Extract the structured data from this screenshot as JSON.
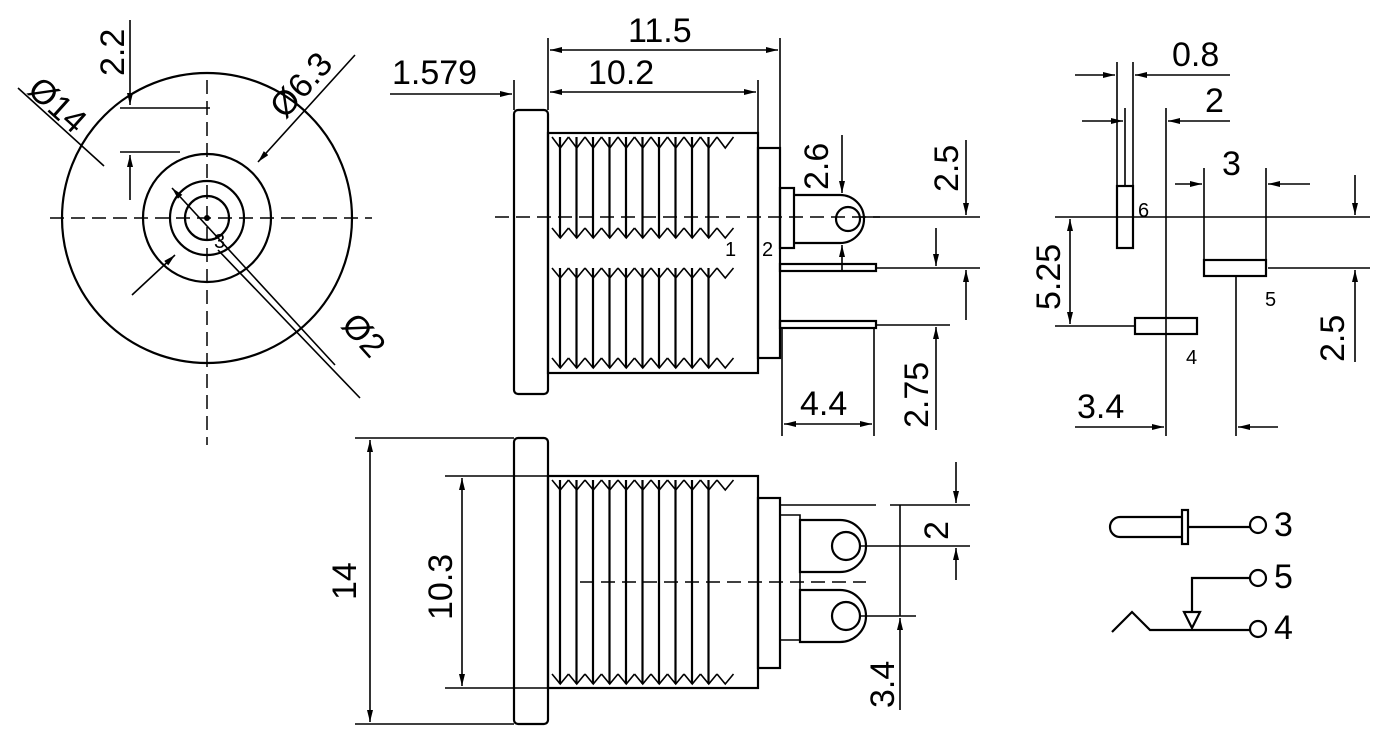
{
  "front_view": {
    "dia_outer": "Ø14",
    "dia_mid": "Ø6.3",
    "dia_pin": "Ø2",
    "dim_offset": "2.2",
    "pin_label": "3"
  },
  "side_view": {
    "overall_length": "11.5",
    "thread_length": "10.2",
    "flange": "1.579",
    "pin_labels": [
      "1",
      "2"
    ],
    "dim_top": "2.6",
    "dim_tab": "2.5",
    "dim_pitch": "2.75",
    "dim_depth": "4.4"
  },
  "bottom_view": {
    "height": "14",
    "thread_dia": "10.3",
    "dim_hole": "2",
    "dim_hole_spacing": "3.4"
  },
  "pin_layout": {
    "dim_thickness": "0.8",
    "dim_gap": "2",
    "dim_width": "3",
    "dim_vertical": "5.25",
    "dim_right": "2.5",
    "dim_horizontal": "3.4",
    "pin_labels": [
      "6",
      "5",
      "4"
    ]
  },
  "schematic": {
    "terminals": [
      "3",
      "5",
      "4"
    ]
  }
}
